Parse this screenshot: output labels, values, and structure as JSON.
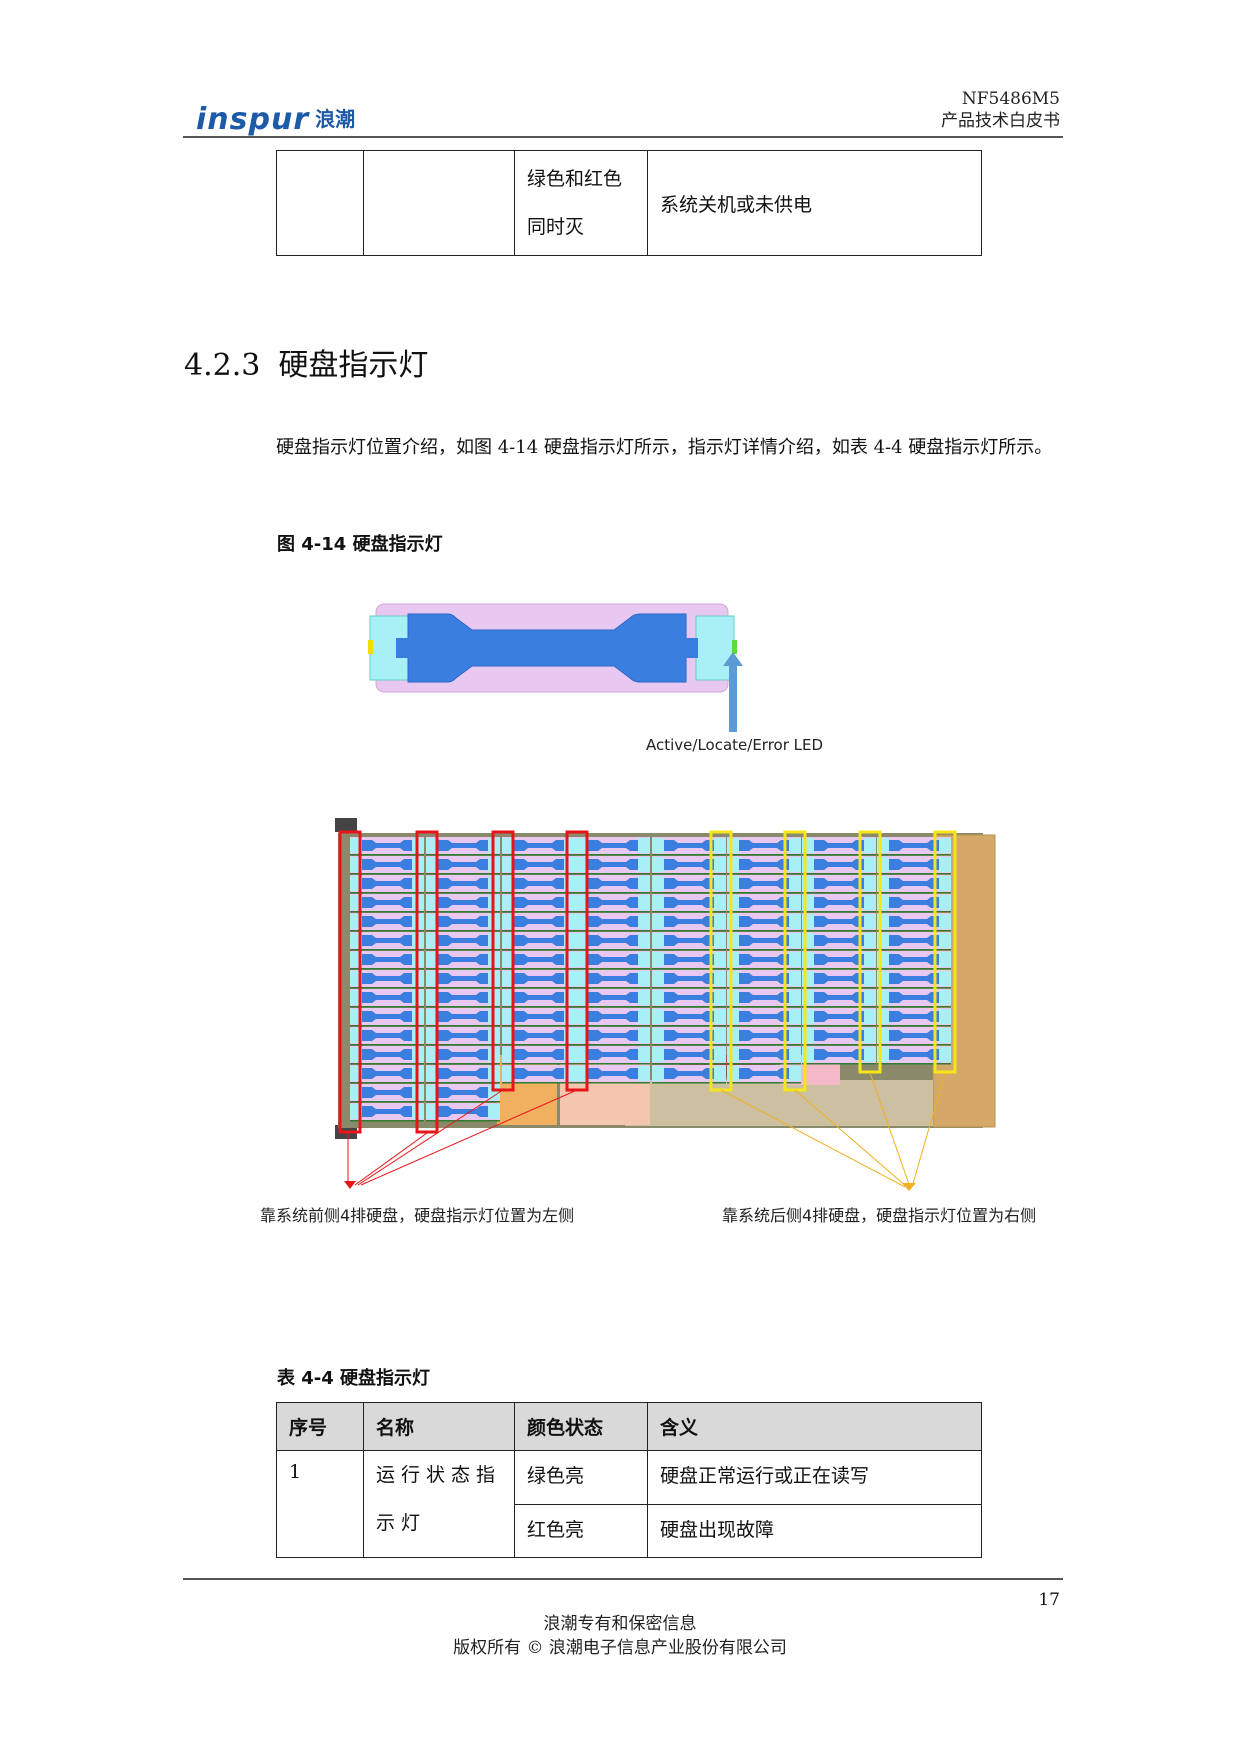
{
  "header": {
    "logo_text": "inspur",
    "logo_cn": "浪潮",
    "model": "NF5486M5",
    "doc_type": "产品技术白皮书"
  },
  "prev_table": {
    "rows": [
      {
        "seq": "",
        "name": "",
        "color_state": "绿色和红色同时灭",
        "meaning": "系统关机或未供电"
      }
    ]
  },
  "section": {
    "number": "4.2.3",
    "title": "硬盘指示灯",
    "paragraph": "硬盘指示灯位置介绍，如图 4-14 硬盘指示灯所示，指示灯详情介绍，如表 4-4 硬盘指示灯所示。"
  },
  "figure": {
    "caption": "图 4-14  硬盘指示灯",
    "drive_led_label": "Active/Locate/Error LED",
    "front_label": "靠系统前侧4排硬盘，硬盘指示灯位置为左侧",
    "rear_label": "靠系统后侧4排硬盘，硬盘指示灯位置为右侧",
    "colors": {
      "front_highlight": "#e8141a",
      "rear_highlight": "#f5e61a",
      "drive_handle": "#3a7fe0",
      "drive_body": "#e8c8f0",
      "drive_bracket": "#a8f0f5",
      "chassis_rear": "#d4a868"
    }
  },
  "table": {
    "caption": "表 4-4  硬盘指示灯",
    "headers": [
      "序号",
      "名称",
      "颜色状态",
      "含义"
    ],
    "rows": [
      {
        "seq": "1",
        "name": "运行状态指示灯",
        "color_state": "绿色亮",
        "meaning": "硬盘正常运行或正在读写"
      },
      {
        "color_state": "红色亮",
        "meaning": "硬盘出现故障"
      }
    ]
  },
  "footer": {
    "page_number": "17",
    "line1": "浪潮专有和保密信息",
    "line2": "版权所有 © 浪潮电子信息产业股份有限公司"
  }
}
